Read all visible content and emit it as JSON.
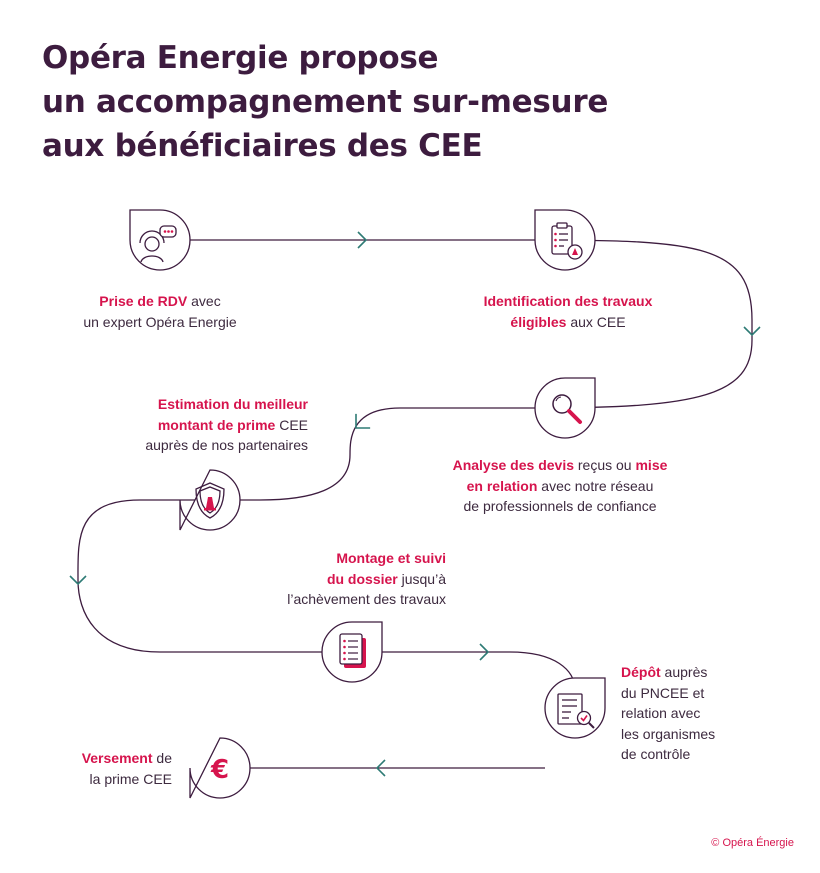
{
  "title": {
    "line1": "Opéra Energie propose",
    "line2": "un accompagnement sur-mesure",
    "line3": "aux bénéficiaires des CEE"
  },
  "colors": {
    "path": "#3d1c3f",
    "accent": "#d6144d",
    "title": "#3d1c3f"
  },
  "steps": [
    {
      "icon": "headset-chat-icon",
      "lines": [
        [
          {
            "t": "Prise de RDV",
            "hl": true
          },
          {
            "t": " avec",
            "hl": false
          }
        ],
        [
          {
            "t": "un expert Opéra Energie",
            "hl": false
          }
        ]
      ]
    },
    {
      "icon": "clipboard-checklist-icon",
      "lines": [
        [
          {
            "t": "Identification des travaux",
            "hl": true
          }
        ],
        [
          {
            "t": "éligibles",
            "hl": true
          },
          {
            "t": " aux CEE",
            "hl": false
          }
        ]
      ]
    },
    {
      "icon": "magnifier-icon",
      "lines": [
        [
          {
            "t": "Analyse des devis",
            "hl": true
          },
          {
            "t": " reçus ou ",
            "hl": false
          },
          {
            "t": "mise",
            "hl": true
          }
        ],
        [
          {
            "t": "en relation",
            "hl": true
          },
          {
            "t": " avec notre réseau",
            "hl": false
          }
        ],
        [
          {
            "t": "de professionnels de confiance",
            "hl": false
          }
        ]
      ]
    },
    {
      "icon": "shield-icon",
      "lines": [
        [
          {
            "t": "Estimation du meilleur",
            "hl": true
          }
        ],
        [
          {
            "t": "montant de prime",
            "hl": true
          },
          {
            "t": " CEE",
            "hl": false
          }
        ],
        [
          {
            "t": "auprès de nos partenaires",
            "hl": false
          }
        ]
      ]
    },
    {
      "icon": "document-list-icon",
      "lines": [
        [
          {
            "t": "Montage et suivi",
            "hl": true
          }
        ],
        [
          {
            "t": "du dossier",
            "hl": true
          },
          {
            "t": " jusqu’à",
            "hl": false
          }
        ],
        [
          {
            "t": "l’achèvement des travaux",
            "hl": false
          }
        ]
      ]
    },
    {
      "icon": "document-search-icon",
      "lines": [
        [
          {
            "t": "Dépôt",
            "hl": true
          },
          {
            "t": " auprès",
            "hl": false
          }
        ],
        [
          {
            "t": "du PNCEE et",
            "hl": false
          }
        ],
        [
          {
            "t": "relation avec",
            "hl": false
          }
        ],
        [
          {
            "t": "les organismes",
            "hl": false
          }
        ],
        [
          {
            "t": "de contrôle",
            "hl": false
          }
        ]
      ]
    },
    {
      "icon": "euro-icon",
      "icon_text": "€",
      "lines": [
        [
          {
            "t": "Versement",
            "hl": true
          },
          {
            "t": " de",
            "hl": false
          }
        ],
        [
          {
            "t": "la prime CEE",
            "hl": false
          }
        ]
      ]
    }
  ],
  "footer": {
    "copyright": "© Opéra Énergie"
  }
}
